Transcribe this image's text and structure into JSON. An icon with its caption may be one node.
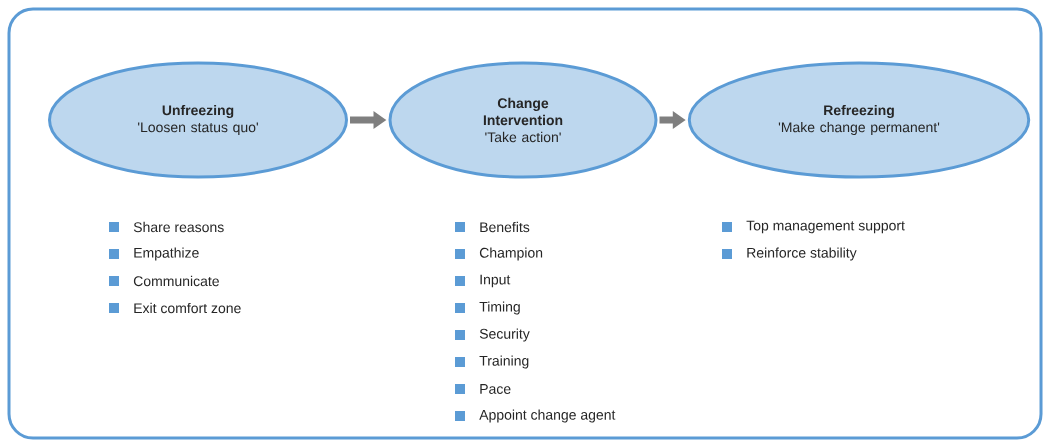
{
  "diagram": {
    "nodes": [
      {
        "text": [
          "Unfreezing",
          "'Loosen status quo'"
        ],
        "beside": [
          "Share reasons",
          "Empathize",
          "Communicate",
          "Exit comfort zone"
        ]
      },
      {
        "text": [
          "Change Intervention",
          "'Take action'"
        ],
        "beside": [
          "Benefits",
          "Champion",
          "Input",
          "Timing",
          "Security",
          "Training",
          "Pace",
          "Appoint change agent"
        ]
      },
      {
        "text": [
          "Refreezing",
          "'Make change permanent'"
        ],
        "beside": [
          "Top management support",
          "Reinforce stability"
        ]
      }
    ],
    "edges": [
      {
        "from": 0,
        "to": 1,
        "arrow": "to"
      },
      {
        "from": 1,
        "to": 2,
        "arrow": "to"
      }
    ]
  }
}
